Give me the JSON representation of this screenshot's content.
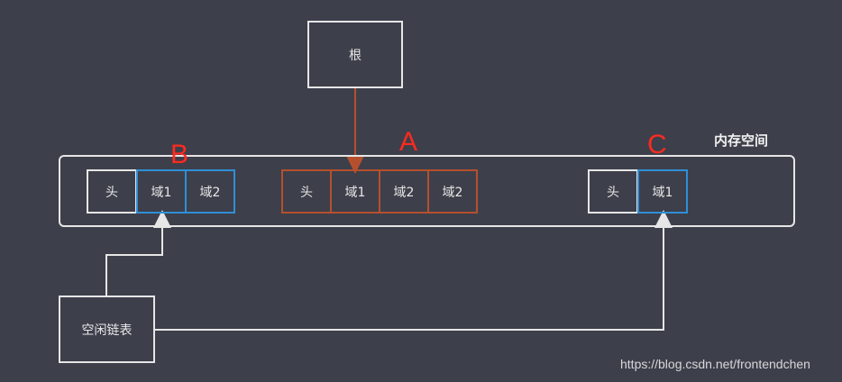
{
  "diagram": {
    "root_label": "根",
    "memory_space_title": "内存空间",
    "free_list_label": "空闲链表",
    "block_b": {
      "letter": "B",
      "cells": [
        "头",
        "域1",
        "域2"
      ]
    },
    "block_a": {
      "letter": "A",
      "cells": [
        "头",
        "域1",
        "域2",
        "域2"
      ]
    },
    "block_c": {
      "letter": "C",
      "cells": [
        "头",
        "域1"
      ]
    },
    "colors": {
      "background": "#3d3f4b",
      "reachable": "#b5502e",
      "free": "#2f8fd6",
      "label": "#ff2a1f",
      "line": "#e6e6e6"
    }
  },
  "watermark": "https://blog.csdn.net/frontendchen"
}
